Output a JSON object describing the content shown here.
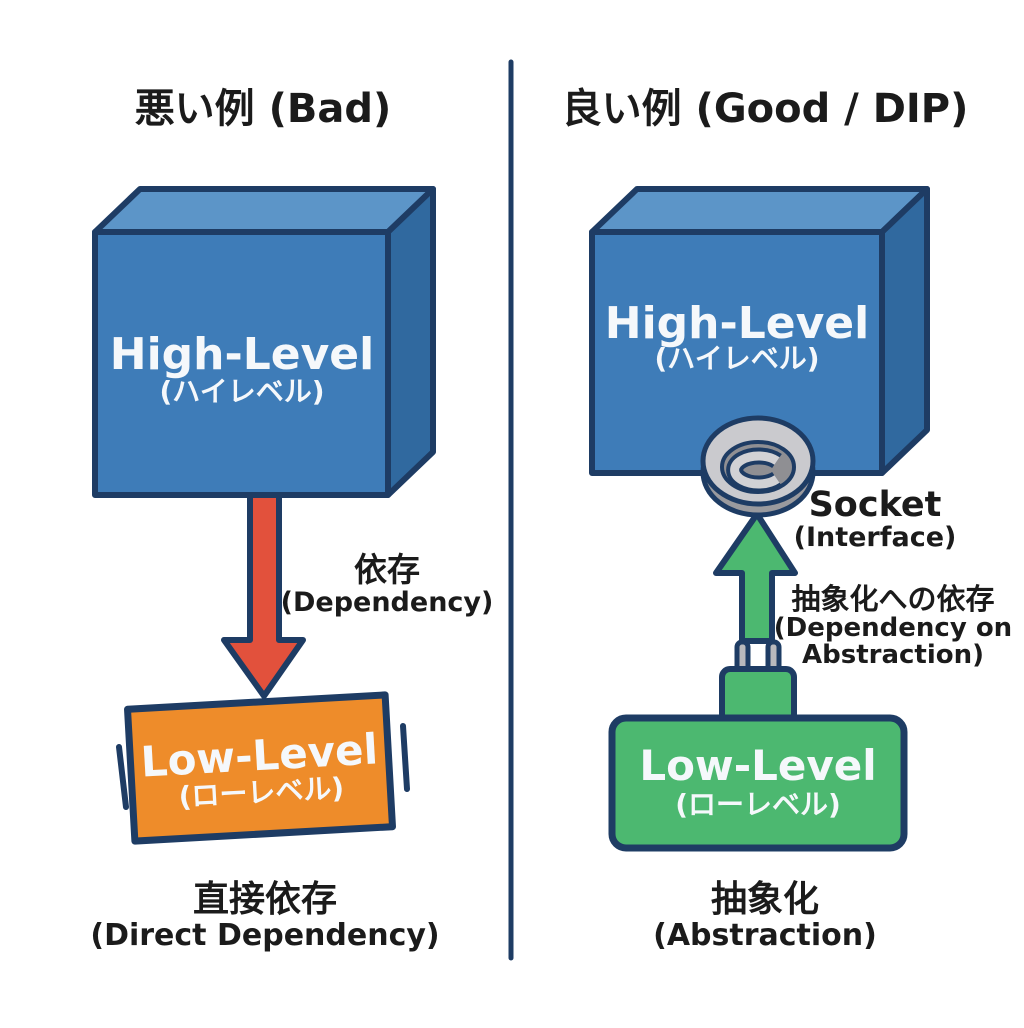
{
  "panels": {
    "bad": {
      "title": "悪い例 (Bad)",
      "high_level": {
        "label": "High-Level",
        "sublabel": "(ハイレベル)"
      },
      "dependency": {
        "jp": "依存",
        "en": "(Dependency)"
      },
      "low_level": {
        "label": "Low-Level",
        "sublabel": "(ローレベル)"
      },
      "caption": {
        "jp": "直接依存",
        "en": "(Direct Dependency)"
      }
    },
    "good": {
      "title": "良い例 (Good / DIP)",
      "high_level": {
        "label": "High-Level",
        "sublabel": "(ハイレベル)"
      },
      "socket": {
        "label": "Socket",
        "sublabel": "(Interface)"
      },
      "dependency": {
        "jp": "抽象化への依存",
        "en_line1": "(Dependency on",
        "en_line2": "Abstraction)"
      },
      "low_level": {
        "label": "Low-Level",
        "sublabel": "(ローレベル)"
      },
      "caption": {
        "jp": "抽象化",
        "en": "(Abstraction)"
      }
    }
  },
  "icons": {
    "bad_arrow": "arrow-down-icon",
    "good_arrow": "arrow-up-icon",
    "socket": "socket-icon",
    "plug": "plug-icon"
  },
  "colors": {
    "navy": "#1e3c64",
    "blue_front": "#3e7cb8",
    "blue_top": "#5c95c8",
    "blue_side": "#30699f",
    "red": "#e2513c",
    "orange": "#ee8c2a",
    "green": "#4cb870",
    "gray_light": "#cacace",
    "gray_mid": "#9a9a9e",
    "gray_dark": "#8f8f93",
    "gray_ring": "#d2d2d5",
    "text_dark": "#1b1b1b",
    "text_light": "#f5f8fb"
  }
}
